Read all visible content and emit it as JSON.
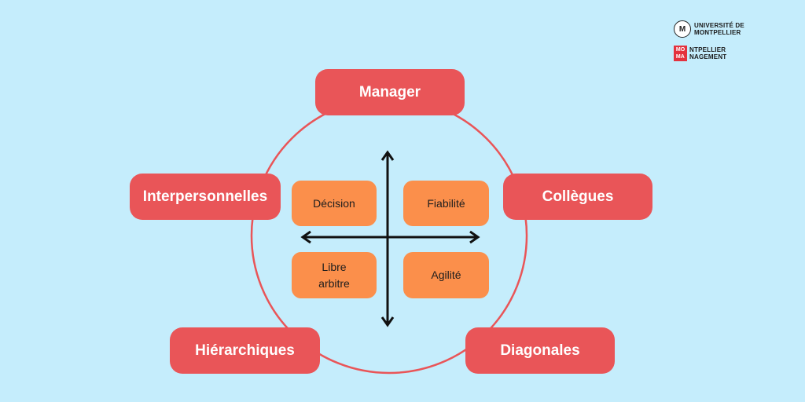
{
  "diagram": {
    "center_quadrants": [
      {
        "id": "top-left",
        "label": "Décision"
      },
      {
        "id": "top-right",
        "label": "Fiabilité"
      },
      {
        "id": "bottom-left",
        "label": "Libre\narbitre"
      },
      {
        "id": "bottom-right",
        "label": "Agilité"
      }
    ],
    "outer_nodes": [
      {
        "id": "manager",
        "label": "Manager"
      },
      {
        "id": "interpersonnelles",
        "label": "Interpersonnelles"
      },
      {
        "id": "collegues",
        "label": "Collègues"
      },
      {
        "id": "hierarchiques",
        "label": "Hiérarchiques"
      },
      {
        "id": "diagonales",
        "label": "Diagonales"
      }
    ],
    "colors": {
      "background": "#c5edfc",
      "outer_node": "#e95558",
      "quadrant": "#fb8f4b",
      "circle": "#e95558",
      "axes": "#111111"
    }
  },
  "logos": {
    "universite": {
      "badge": "M",
      "text": "UNIVERSITÉ DE\nMONTPELLIER"
    },
    "management": {
      "square": "MO\nMA",
      "text": "NTPELLIER\nNAGEMENT"
    }
  }
}
